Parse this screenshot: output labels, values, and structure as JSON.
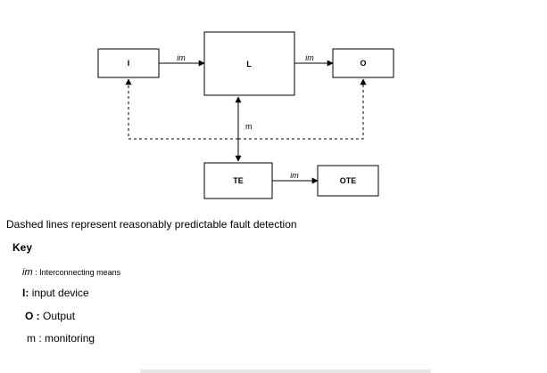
{
  "diagram": {
    "nodes": [
      {
        "id": "I",
        "label": "I"
      },
      {
        "id": "L",
        "label": "L"
      },
      {
        "id": "O",
        "label": "O"
      },
      {
        "id": "TE",
        "label": "TE"
      },
      {
        "id": "OTE",
        "label": "OTE"
      }
    ],
    "edges": [
      {
        "from": "I",
        "to": "L",
        "label": "im",
        "style": "solid"
      },
      {
        "from": "L",
        "to": "O",
        "label": "im",
        "style": "solid"
      },
      {
        "from": "L",
        "to": "TE",
        "label": "m",
        "style": "solid",
        "bidirectional": true
      },
      {
        "from": "TE",
        "to": "OTE",
        "label": "im",
        "style": "solid"
      },
      {
        "from": "TE",
        "to": "I",
        "label": "",
        "style": "dashed"
      },
      {
        "from": "TE",
        "to": "O",
        "label": "",
        "style": "dashed"
      }
    ]
  },
  "caption": "Dashed lines represent reasonably predictable fault detection",
  "key": {
    "title": "Key",
    "items": [
      {
        "symbol": "im",
        "separator": " : ",
        "description": "Interconnecting means"
      },
      {
        "symbol": "I:",
        "separator": " ",
        "description": "input device"
      },
      {
        "symbol": "O :",
        "separator": " ",
        "description": "Output"
      },
      {
        "symbol": "m",
        "separator": " : ",
        "description": "monitoring"
      }
    ]
  }
}
